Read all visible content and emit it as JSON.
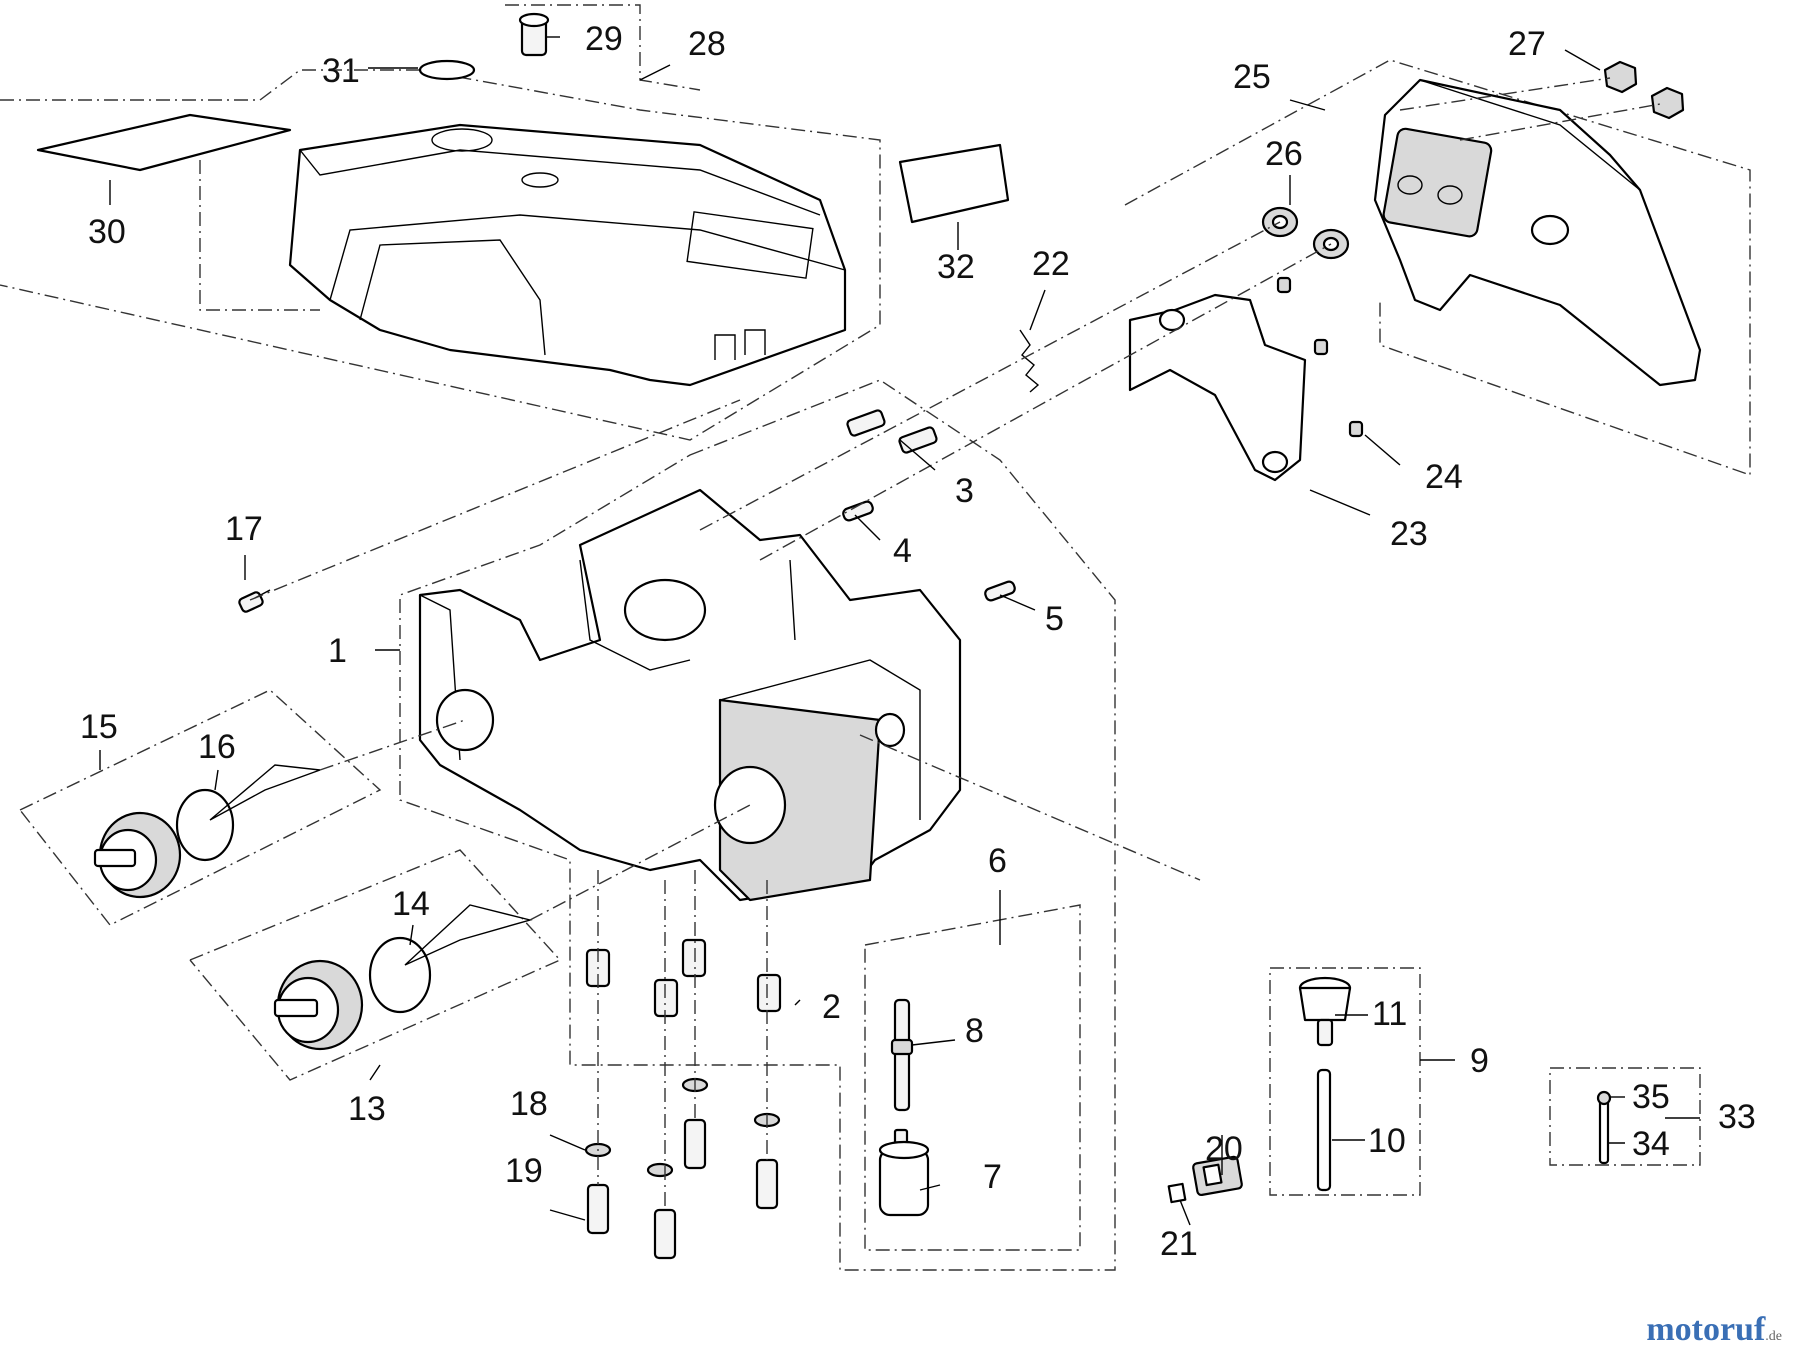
{
  "callouts": [
    "1",
    "2",
    "3",
    "4",
    "5",
    "6",
    "7",
    "8",
    "9",
    "10",
    "11",
    "13",
    "14",
    "15",
    "16",
    "17",
    "18",
    "19",
    "20",
    "21",
    "22",
    "23",
    "24",
    "25",
    "26",
    "27",
    "28",
    "29",
    "30",
    "31",
    "32",
    "33",
    "34",
    "35"
  ],
  "watermark": {
    "brand": "motoruf",
    "tld": ".de"
  }
}
